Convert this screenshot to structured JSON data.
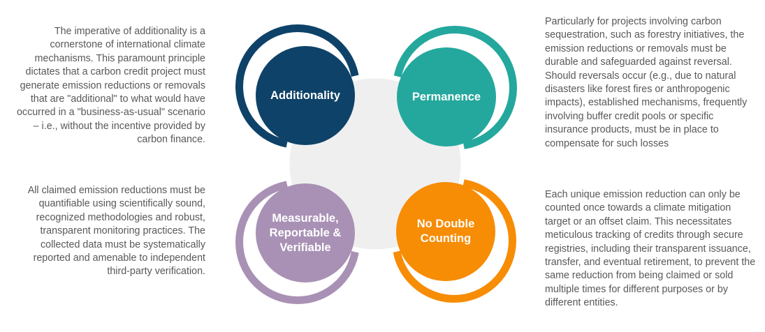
{
  "diagram": {
    "title_hint": "Four core principles of carbon credit integrity",
    "text_color": "#585858",
    "center_circle": {
      "color": "#EFEFF0",
      "outline_color": "#ffffff"
    },
    "principles": [
      {
        "id": "additionality",
        "label": "Additionality",
        "color": "#0E4268",
        "description": "The imperative of additionality is a cornerstone of international climate mechanisms. This paramount principle dictates that a carbon credit project must generate emission reductions or removals that are \"additional\" to what would have occurred in a \"business-as-usual\" scenario – i.e., without the incentive provided by carbon finance."
      },
      {
        "id": "permanence",
        "label": "Permanence",
        "color": "#24A89E",
        "description": "Particularly for projects involving carbon sequestration, such as forestry initiatives, the emission reductions or removals must be durable and safeguarded against reversal. Should reversals occur (e.g., due to natural disasters like forest fires or anthropogenic impacts), established mechanisms, frequently involving buffer credit pools or specific insurance products, must be in place to compensate for such losses"
      },
      {
        "id": "measurable-reportable-verifiable",
        "label": "Measurable, Reportable & Verifiable",
        "color": "#A991B5",
        "description": "All claimed emission reductions must be quantifiable using scientifically sound, recognized methodologies and robust, transparent monitoring practices. The collected data must be systematically reported and amenable to independent third-party verification."
      },
      {
        "id": "no-double-counting",
        "label": "No Double Counting",
        "color": "#F78C05",
        "description": "Each unique emission reduction can only be counted once towards a climate mitigation target or an offset claim. This necessitates meticulous tracking of credits through secure registries, including their transparent issuance, transfer, and eventual retirement, to prevent the same reduction from being claimed or sold multiple times for different purposes or by different entities."
      }
    ]
  }
}
